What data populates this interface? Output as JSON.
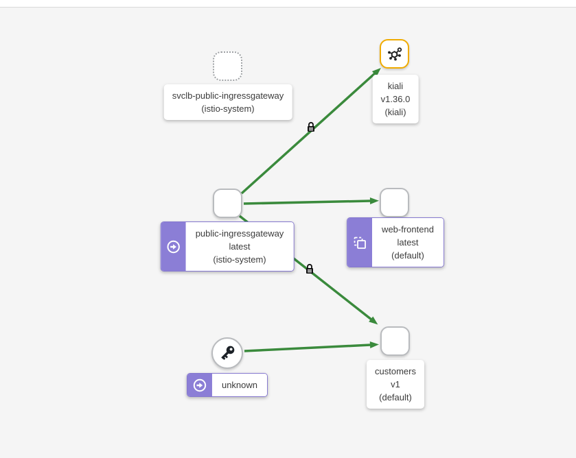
{
  "colors": {
    "edge_green": "#3a8a3c",
    "badge_purple": "#8b7ed6",
    "purple_border": "#8578cf",
    "kiali_gold": "#f0ab00",
    "node_border": "#b9bbbe",
    "canvas_bg": "#f5f5f5",
    "label_text": "#3b3b3b"
  },
  "nodes": {
    "svclb": {
      "line1": "svclb-public-ingressgateway",
      "line2": "(istio-system)"
    },
    "kiali": {
      "line1": "kiali",
      "line2": "v1.36.0",
      "line3": "(kiali)"
    },
    "public_ingressgateway": {
      "line1": "public-ingressgateway",
      "line2": "latest",
      "line3": "(istio-system)"
    },
    "web_frontend": {
      "line1": "web-frontend",
      "line2": "latest",
      "line3": "(default)"
    },
    "unknown": {
      "line1": "unknown"
    },
    "customers": {
      "line1": "customers",
      "line2": "v1",
      "line3": "(default)"
    }
  },
  "edges": [
    {
      "from": "public-ingressgateway",
      "to": "kiali",
      "secure": true
    },
    {
      "from": "public-ingressgateway",
      "to": "web-frontend",
      "secure": false
    },
    {
      "from": "public-ingressgateway",
      "to": "customers",
      "secure": true
    },
    {
      "from": "unknown",
      "to": "customers",
      "secure": false
    }
  ],
  "icons": {
    "kiali_node": "mesh-icon",
    "unknown_node": "key-icon",
    "secure_edge": "lock-icon",
    "ingressgateway_badge": "arrow-circle-right-icon",
    "web_frontend_badge": "copy-squares-icon",
    "unknown_badge": "arrow-circle-right-icon"
  }
}
